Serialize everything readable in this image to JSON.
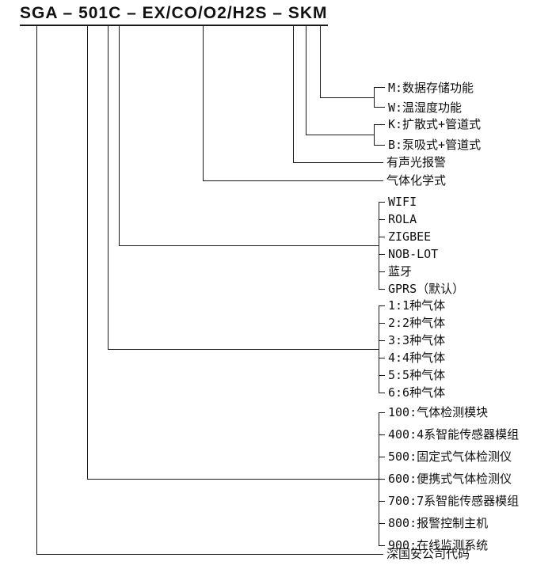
{
  "title": "SGA – 501C – EX/CO/O2/H2S – SKM",
  "groups": {
    "function": {
      "items": [
        "M:数据存储功能",
        "W:温湿度功能"
      ]
    },
    "sampling": {
      "items": [
        "K:扩散式+管道式",
        "B:泵吸式+管道式"
      ]
    },
    "alarm": "有声光报警",
    "gas_formula": "气体化学式",
    "communication": {
      "items": [
        "WIFI",
        "ROLA",
        "ZIGBEE",
        "NOB-LOT",
        "蓝牙",
        "GPRS（默认）"
      ]
    },
    "gas_count": {
      "items": [
        "1:1种气体",
        "2:2种气体",
        "3:3种气体",
        "4:4种气体",
        "5:5种气体",
        "6:6种气体"
      ]
    },
    "series": {
      "items": [
        "100:气体检测模块",
        "400:4系智能传感器模组",
        "500:固定式气体检测仪",
        "600:便携式气体检测仪",
        "700:7系智能传感器模组",
        "800:报警控制主机",
        "900:在线监测系统"
      ]
    },
    "company": "深国安公司代码"
  }
}
